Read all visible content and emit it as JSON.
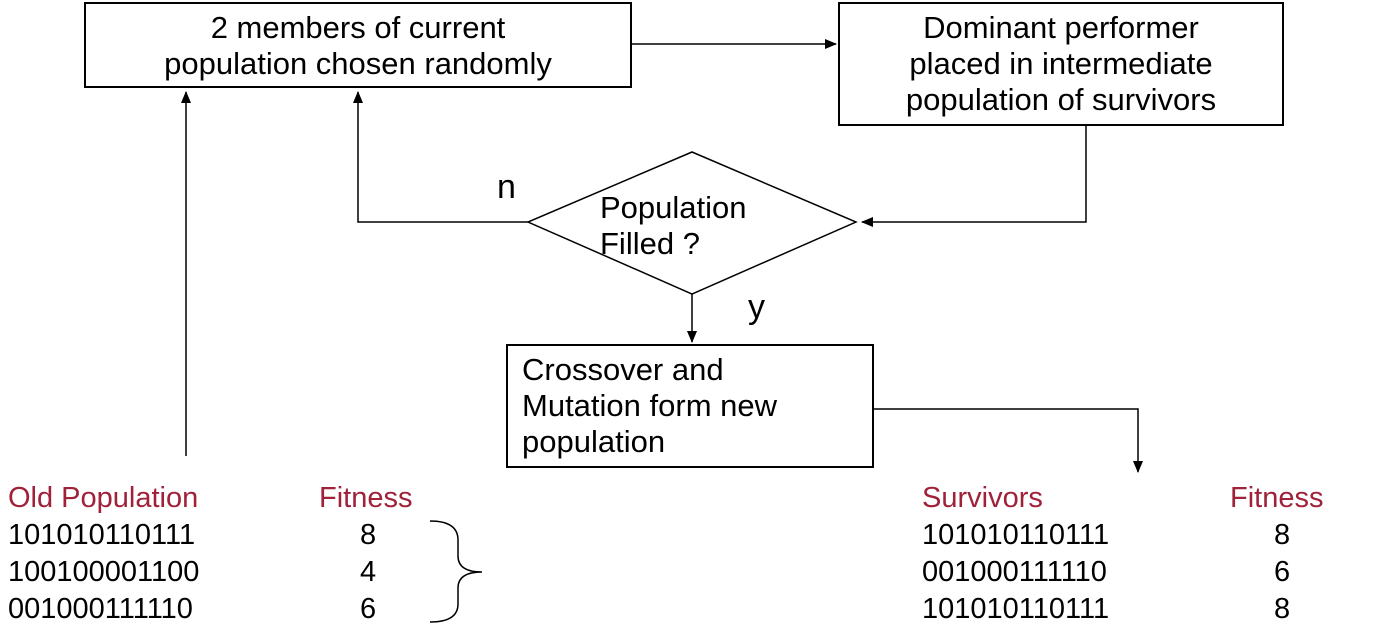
{
  "boxes": {
    "chosen": "2 members of current\npopulation chosen randomly",
    "dominant": "Dominant performer\nplaced in intermediate\npopulation of survivors",
    "crossover": "Crossover and\nMutation form new\npopulation"
  },
  "decision": {
    "text": "Population\nFilled ?",
    "no_label": "n",
    "yes_label": "y"
  },
  "old_population": {
    "header_name": "Old Population",
    "header_fitness": "Fitness",
    "rows": [
      {
        "chromosome": "101010110111",
        "fitness": "8"
      },
      {
        "chromosome": "100100001100",
        "fitness": "4"
      },
      {
        "chromosome": "001000111110",
        "fitness": "6"
      }
    ]
  },
  "survivors": {
    "header_name": "Survivors",
    "header_fitness": "Fitness",
    "rows": [
      {
        "chromosome": "101010110111",
        "fitness": "8"
      },
      {
        "chromosome": "001000111110",
        "fitness": "6"
      },
      {
        "chromosome": "101010110111",
        "fitness": "8"
      }
    ]
  },
  "colors": {
    "header": "#a0213a",
    "line": "#000000"
  }
}
